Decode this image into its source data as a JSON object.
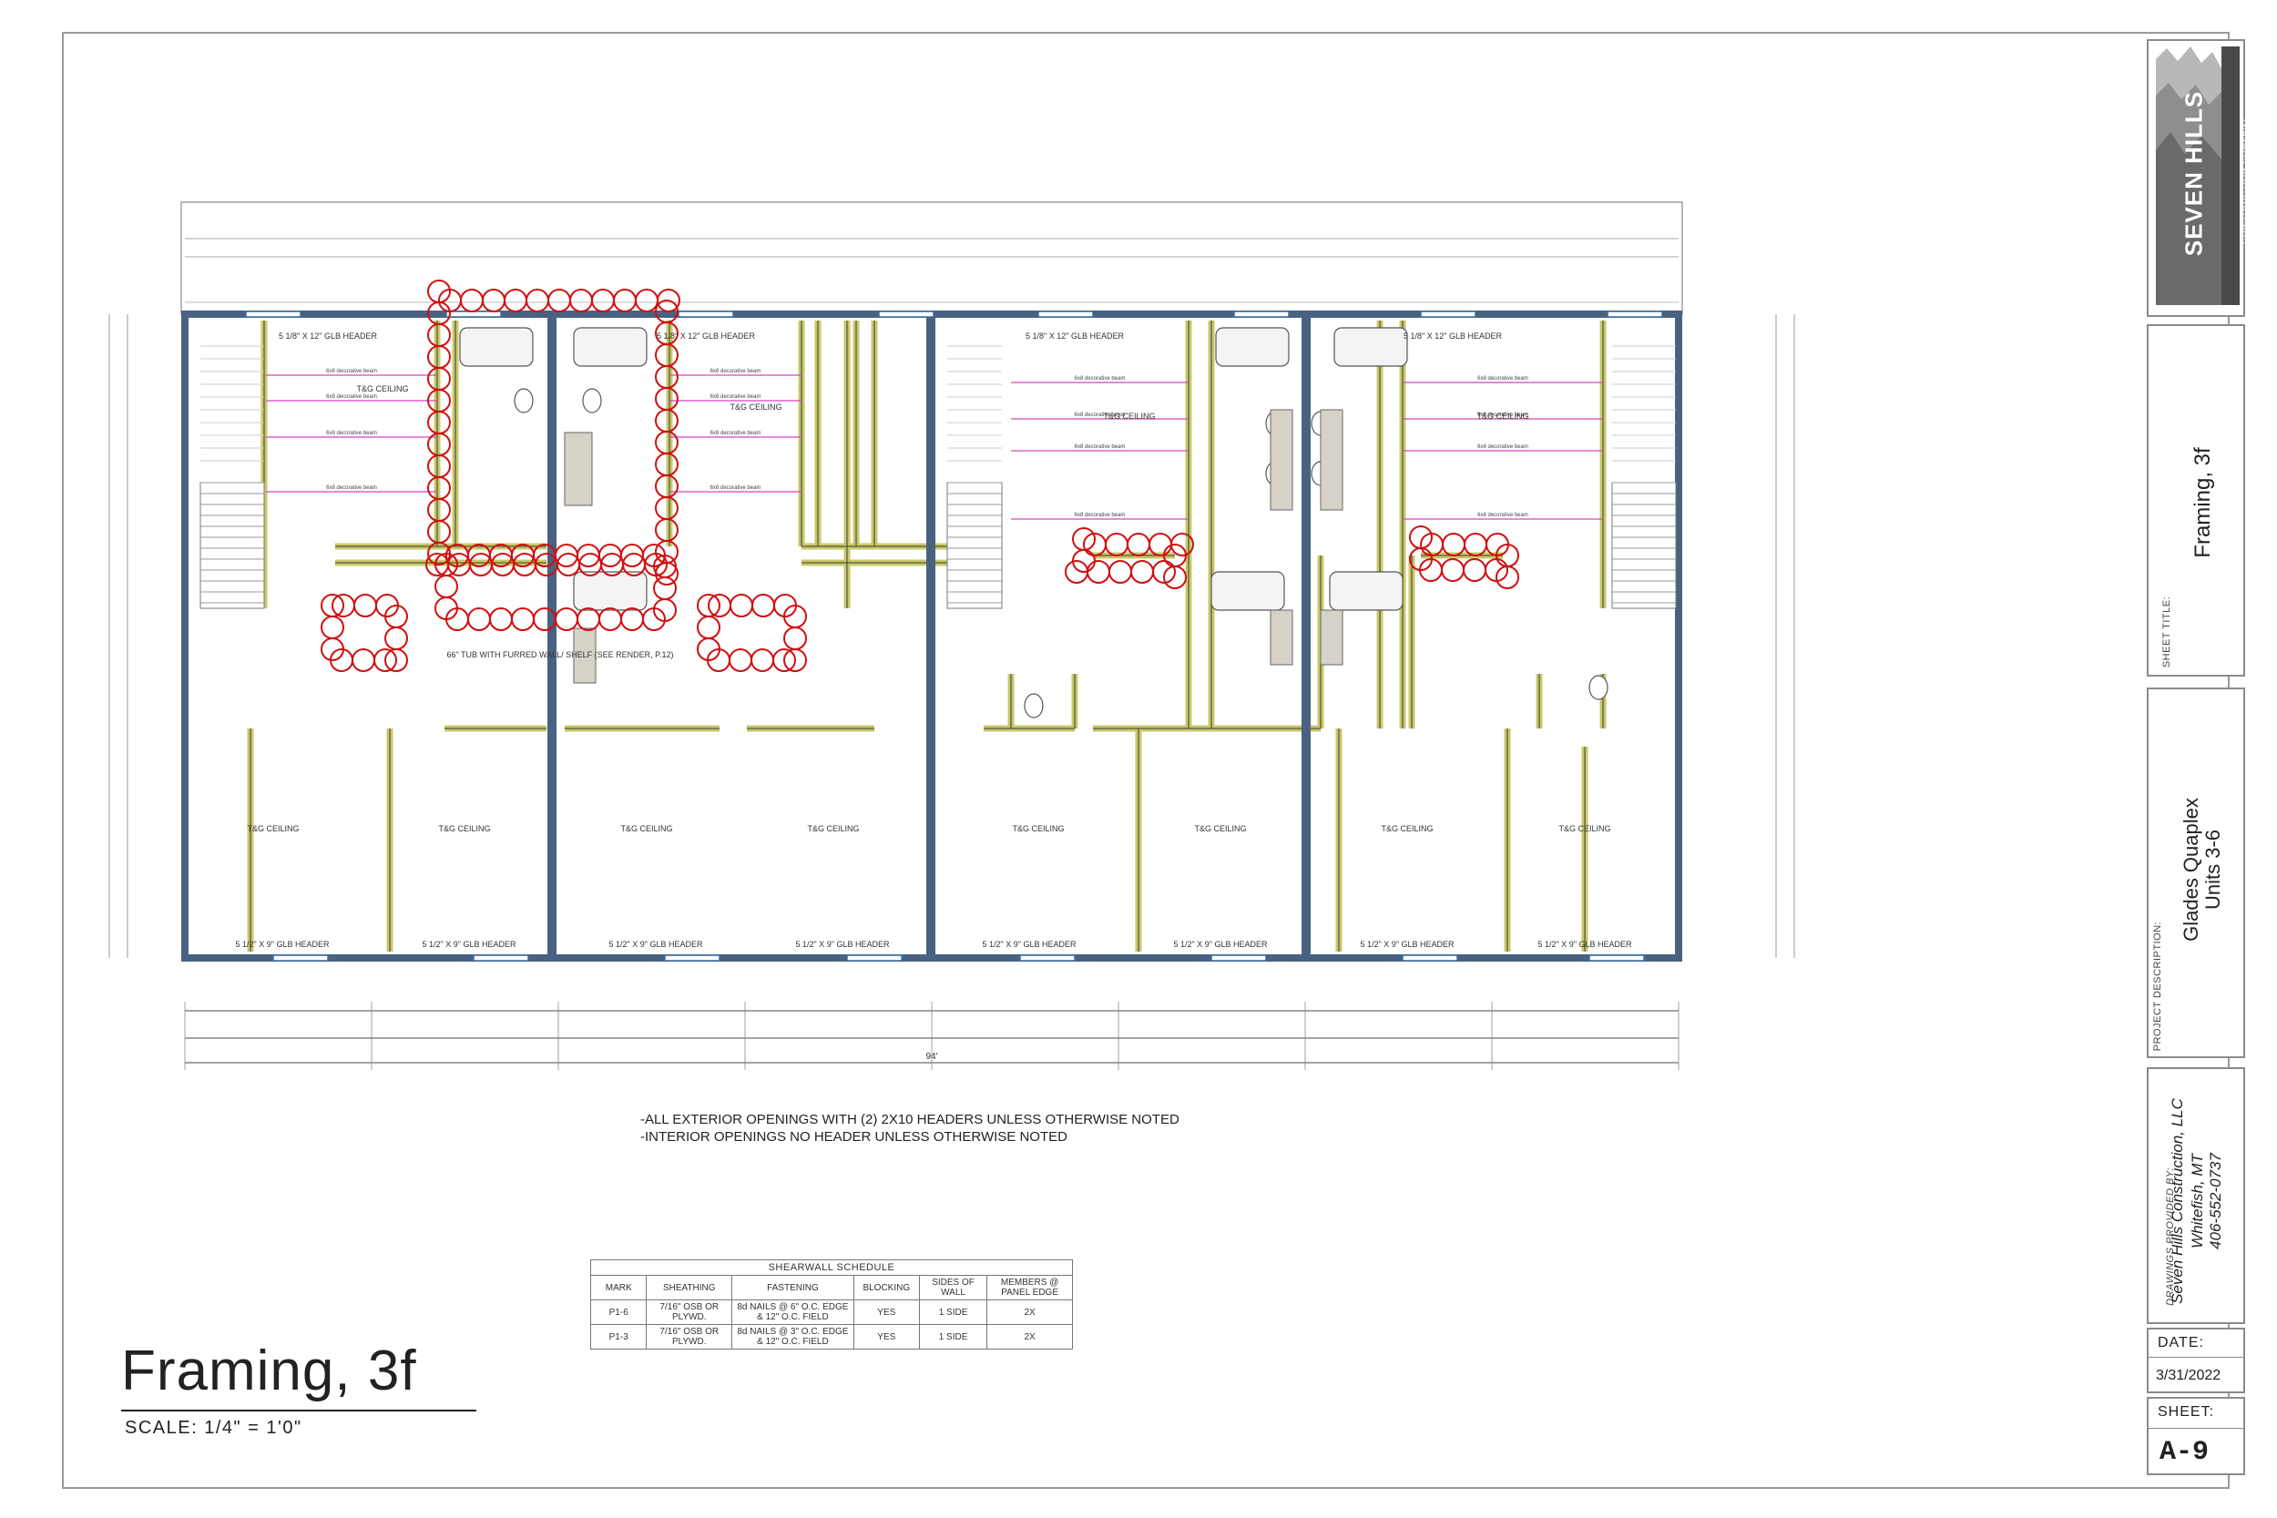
{
  "sheet": {
    "big_title": "Framing, 3f",
    "scale": "SCALE: 1/4\" = 1'0\""
  },
  "notes": [
    "-ALL EXTERIOR OPENINGS WITH (2) 2X10 HEADERS UNLESS OTHERWISE NOTED",
    "-INTERIOR OPENINGS NO HEADER UNLESS OTHERWISE NOTED"
  ],
  "schedule": {
    "title": "SHEARWALL SCHEDULE",
    "headers": [
      "MARK",
      "SHEATHING",
      "FASTENING",
      "BLOCKING",
      "SIDES OF WALL",
      "MEMBERS @ PANEL EDGE"
    ],
    "rows": [
      {
        "mark": "P1-6",
        "sheathing": "7/16\" OSB OR PLYWD.",
        "fastening": "8d NAILS @ 6\" O.C. EDGE & 12\" O.C. FIELD",
        "blocking": "YES",
        "sides": "1 SIDE",
        "members": "2X"
      },
      {
        "mark": "P1-3",
        "sheathing": "7/16\" OSB OR PLYWD.",
        "fastening": "8d NAILS @ 3\" O.C. EDGE & 12\" O.C. FIELD",
        "blocking": "YES",
        "sides": "1 SIDE",
        "members": "2X"
      }
    ]
  },
  "title_block": {
    "logo_text": "SEVEN HILLS",
    "logo_sub": "CONSTRUCTION COMPANY",
    "sheet_title_label": "SHEET TITLE:",
    "sheet_title": "Framing, 3f",
    "project_label": "PROJECT DESCRIPTION:",
    "project_line1": "Glades Quaplex",
    "project_line2": "Units 3-6",
    "drawings_label": "DRAWINGS PROVIDED BY:",
    "company": "Seven Hills Construction, LLC",
    "city": "Whitefish, MT",
    "phone": "406-552-0737",
    "date_label": "DATE:",
    "date": "3/31/2022",
    "sheet_label": "SHEET:",
    "sheet_no": "A-9"
  },
  "plan": {
    "overall_dim": "94'",
    "glb_top": "5 1/8\" X 12\" GLB HEADER",
    "glb_bottom": "5 1/2\" X 9\" GLB HEADER",
    "ceiling": "T&G CEILING",
    "tub_note": "66\" TUB WITH FURRED WALL/ SHELF (SEE RENDER, P.12)",
    "beam": "6x8 decorative beam",
    "colors": {
      "wall": "#4a6282",
      "stud": "#c8c86a",
      "dim": "#4a4a4a",
      "revision": "#d01010",
      "beam": "#d640c8",
      "window": "#3a6fa0"
    }
  }
}
